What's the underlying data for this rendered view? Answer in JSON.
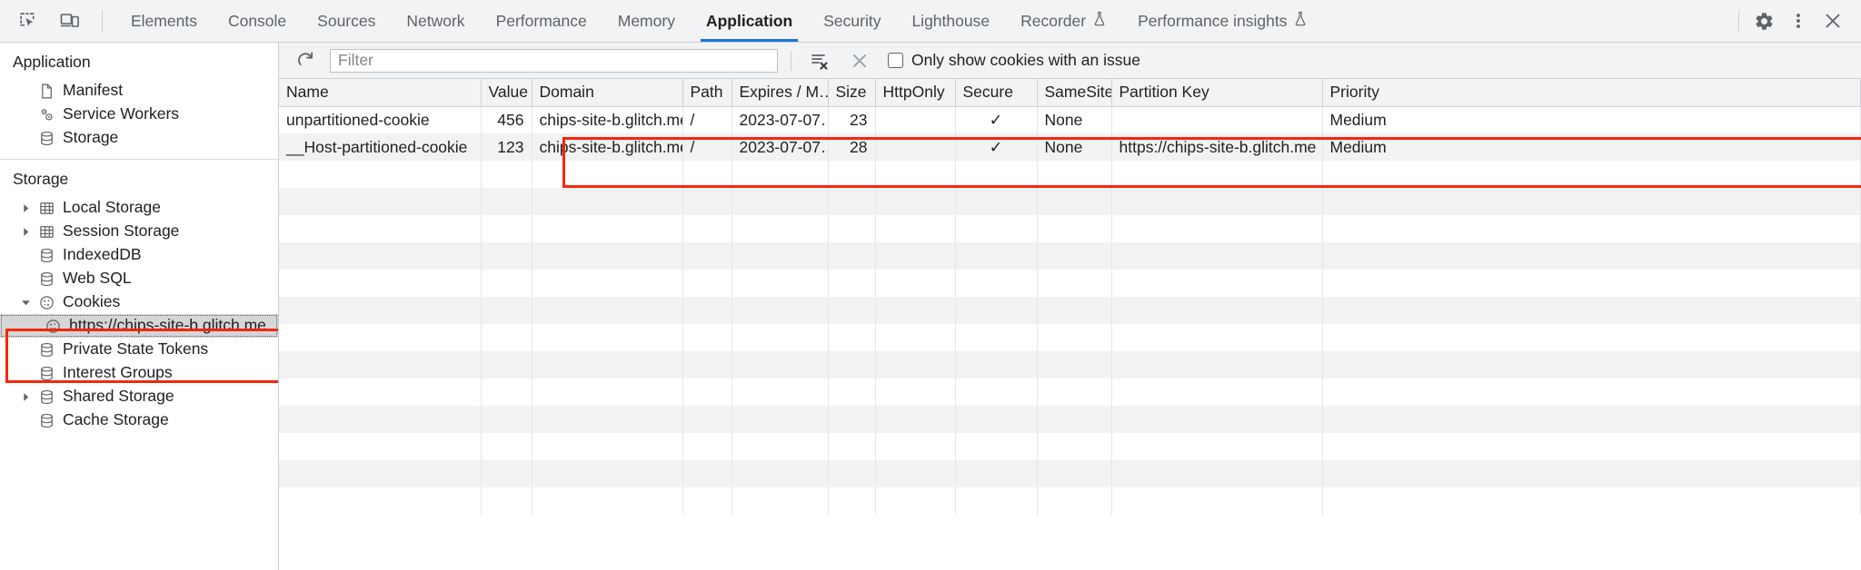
{
  "tabbar": {
    "tools": [
      {
        "name": "inspect-element-icon",
        "title": "Inspect element"
      },
      {
        "name": "device-toolbar-icon",
        "title": "Toggle device toolbar"
      }
    ],
    "tabs": [
      {
        "label": "Elements",
        "active": false,
        "experimental": false
      },
      {
        "label": "Console",
        "active": false,
        "experimental": false
      },
      {
        "label": "Sources",
        "active": false,
        "experimental": false
      },
      {
        "label": "Network",
        "active": false,
        "experimental": false
      },
      {
        "label": "Performance",
        "active": false,
        "experimental": false
      },
      {
        "label": "Memory",
        "active": false,
        "experimental": false
      },
      {
        "label": "Application",
        "active": true,
        "experimental": false
      },
      {
        "label": "Security",
        "active": false,
        "experimental": false
      },
      {
        "label": "Lighthouse",
        "active": false,
        "experimental": false
      },
      {
        "label": "Recorder",
        "active": false,
        "experimental": true
      },
      {
        "label": "Performance insights",
        "active": false,
        "experimental": true
      }
    ],
    "right_tools": [
      {
        "name": "settings-gear-icon",
        "title": "Settings"
      },
      {
        "name": "more-options-icon",
        "title": "Customize and control DevTools"
      },
      {
        "name": "close-devtools-icon",
        "title": "Close DevTools"
      }
    ],
    "active_tab_accent": "#1a73e8"
  },
  "sidebar": {
    "groups": [
      {
        "title": "Application",
        "items": [
          {
            "label": "Manifest",
            "icon": "document-icon",
            "twisty": "none",
            "indent": false,
            "selected": false
          },
          {
            "label": "Service Workers",
            "icon": "gears-icon",
            "twisty": "none",
            "indent": false,
            "selected": false
          },
          {
            "label": "Storage",
            "icon": "database-icon",
            "twisty": "none",
            "indent": false,
            "selected": false
          }
        ]
      },
      {
        "title": "Storage",
        "items": [
          {
            "label": "Local Storage",
            "icon": "table-icon",
            "twisty": "collapsed",
            "indent": false,
            "selected": false
          },
          {
            "label": "Session Storage",
            "icon": "table-icon",
            "twisty": "collapsed",
            "indent": false,
            "selected": false
          },
          {
            "label": "IndexedDB",
            "icon": "database-icon",
            "twisty": "none",
            "indent": false,
            "selected": false
          },
          {
            "label": "Web SQL",
            "icon": "database-icon",
            "twisty": "none",
            "indent": false,
            "selected": false
          },
          {
            "label": "Cookies",
            "icon": "cookie-icon",
            "twisty": "expanded",
            "indent": false,
            "selected": false
          },
          {
            "label": "https://chips-site-b.glitch.me",
            "icon": "cookie-icon",
            "twisty": "none",
            "indent": true,
            "selected": true
          },
          {
            "label": "Private State Tokens",
            "icon": "database-icon",
            "twisty": "none",
            "indent": false,
            "selected": false
          },
          {
            "label": "Interest Groups",
            "icon": "database-icon",
            "twisty": "none",
            "indent": false,
            "selected": false
          },
          {
            "label": "Shared Storage",
            "icon": "database-icon",
            "twisty": "collapsed",
            "indent": false,
            "selected": false
          },
          {
            "label": "Cache Storage",
            "icon": "database-icon",
            "twisty": "none",
            "indent": false,
            "selected": false
          }
        ]
      }
    ]
  },
  "filter_bar": {
    "refresh_icon": "refresh-icon",
    "filter_placeholder": "Filter",
    "filter_value": "",
    "clear_filtered_icon": "clear-filtered-icon",
    "clear_all_icon": "clear-all-cookies-icon",
    "issue_checkbox_label": "Only show cookies with an issue",
    "issue_checkbox_checked": false
  },
  "table": {
    "columns": [
      "Name",
      "Value",
      "Domain",
      "Path",
      "Expires / M…",
      "Size",
      "HttpOnly",
      "Secure",
      "SameSite",
      "Partition Key",
      "Priority"
    ],
    "rows": [
      {
        "Name": "unpartitioned-cookie",
        "Value": "456",
        "Domain": "chips-site-b.glitch.me",
        "Path": "/",
        "Expires": "2023-07-07…",
        "Size": "23",
        "HttpOnly": "",
        "Secure": "✓",
        "SameSite": "None",
        "PartitionKey": "",
        "Priority": "Medium"
      },
      {
        "Name": "__Host-partitioned-cookie",
        "Value": "123",
        "Domain": "chips-site-b.glitch.me",
        "Path": "/",
        "Expires": "2023-07-07…",
        "Size": "28",
        "HttpOnly": "",
        "Secure": "✓",
        "SameSite": "None",
        "PartitionKey": "https://chips-site-b.glitch.me",
        "Priority": "Medium"
      }
    ]
  },
  "annotations": {
    "highlight_color": "#f4270c",
    "boxes": [
      "cookies-tree-selection",
      "cookie-table-rows"
    ]
  }
}
